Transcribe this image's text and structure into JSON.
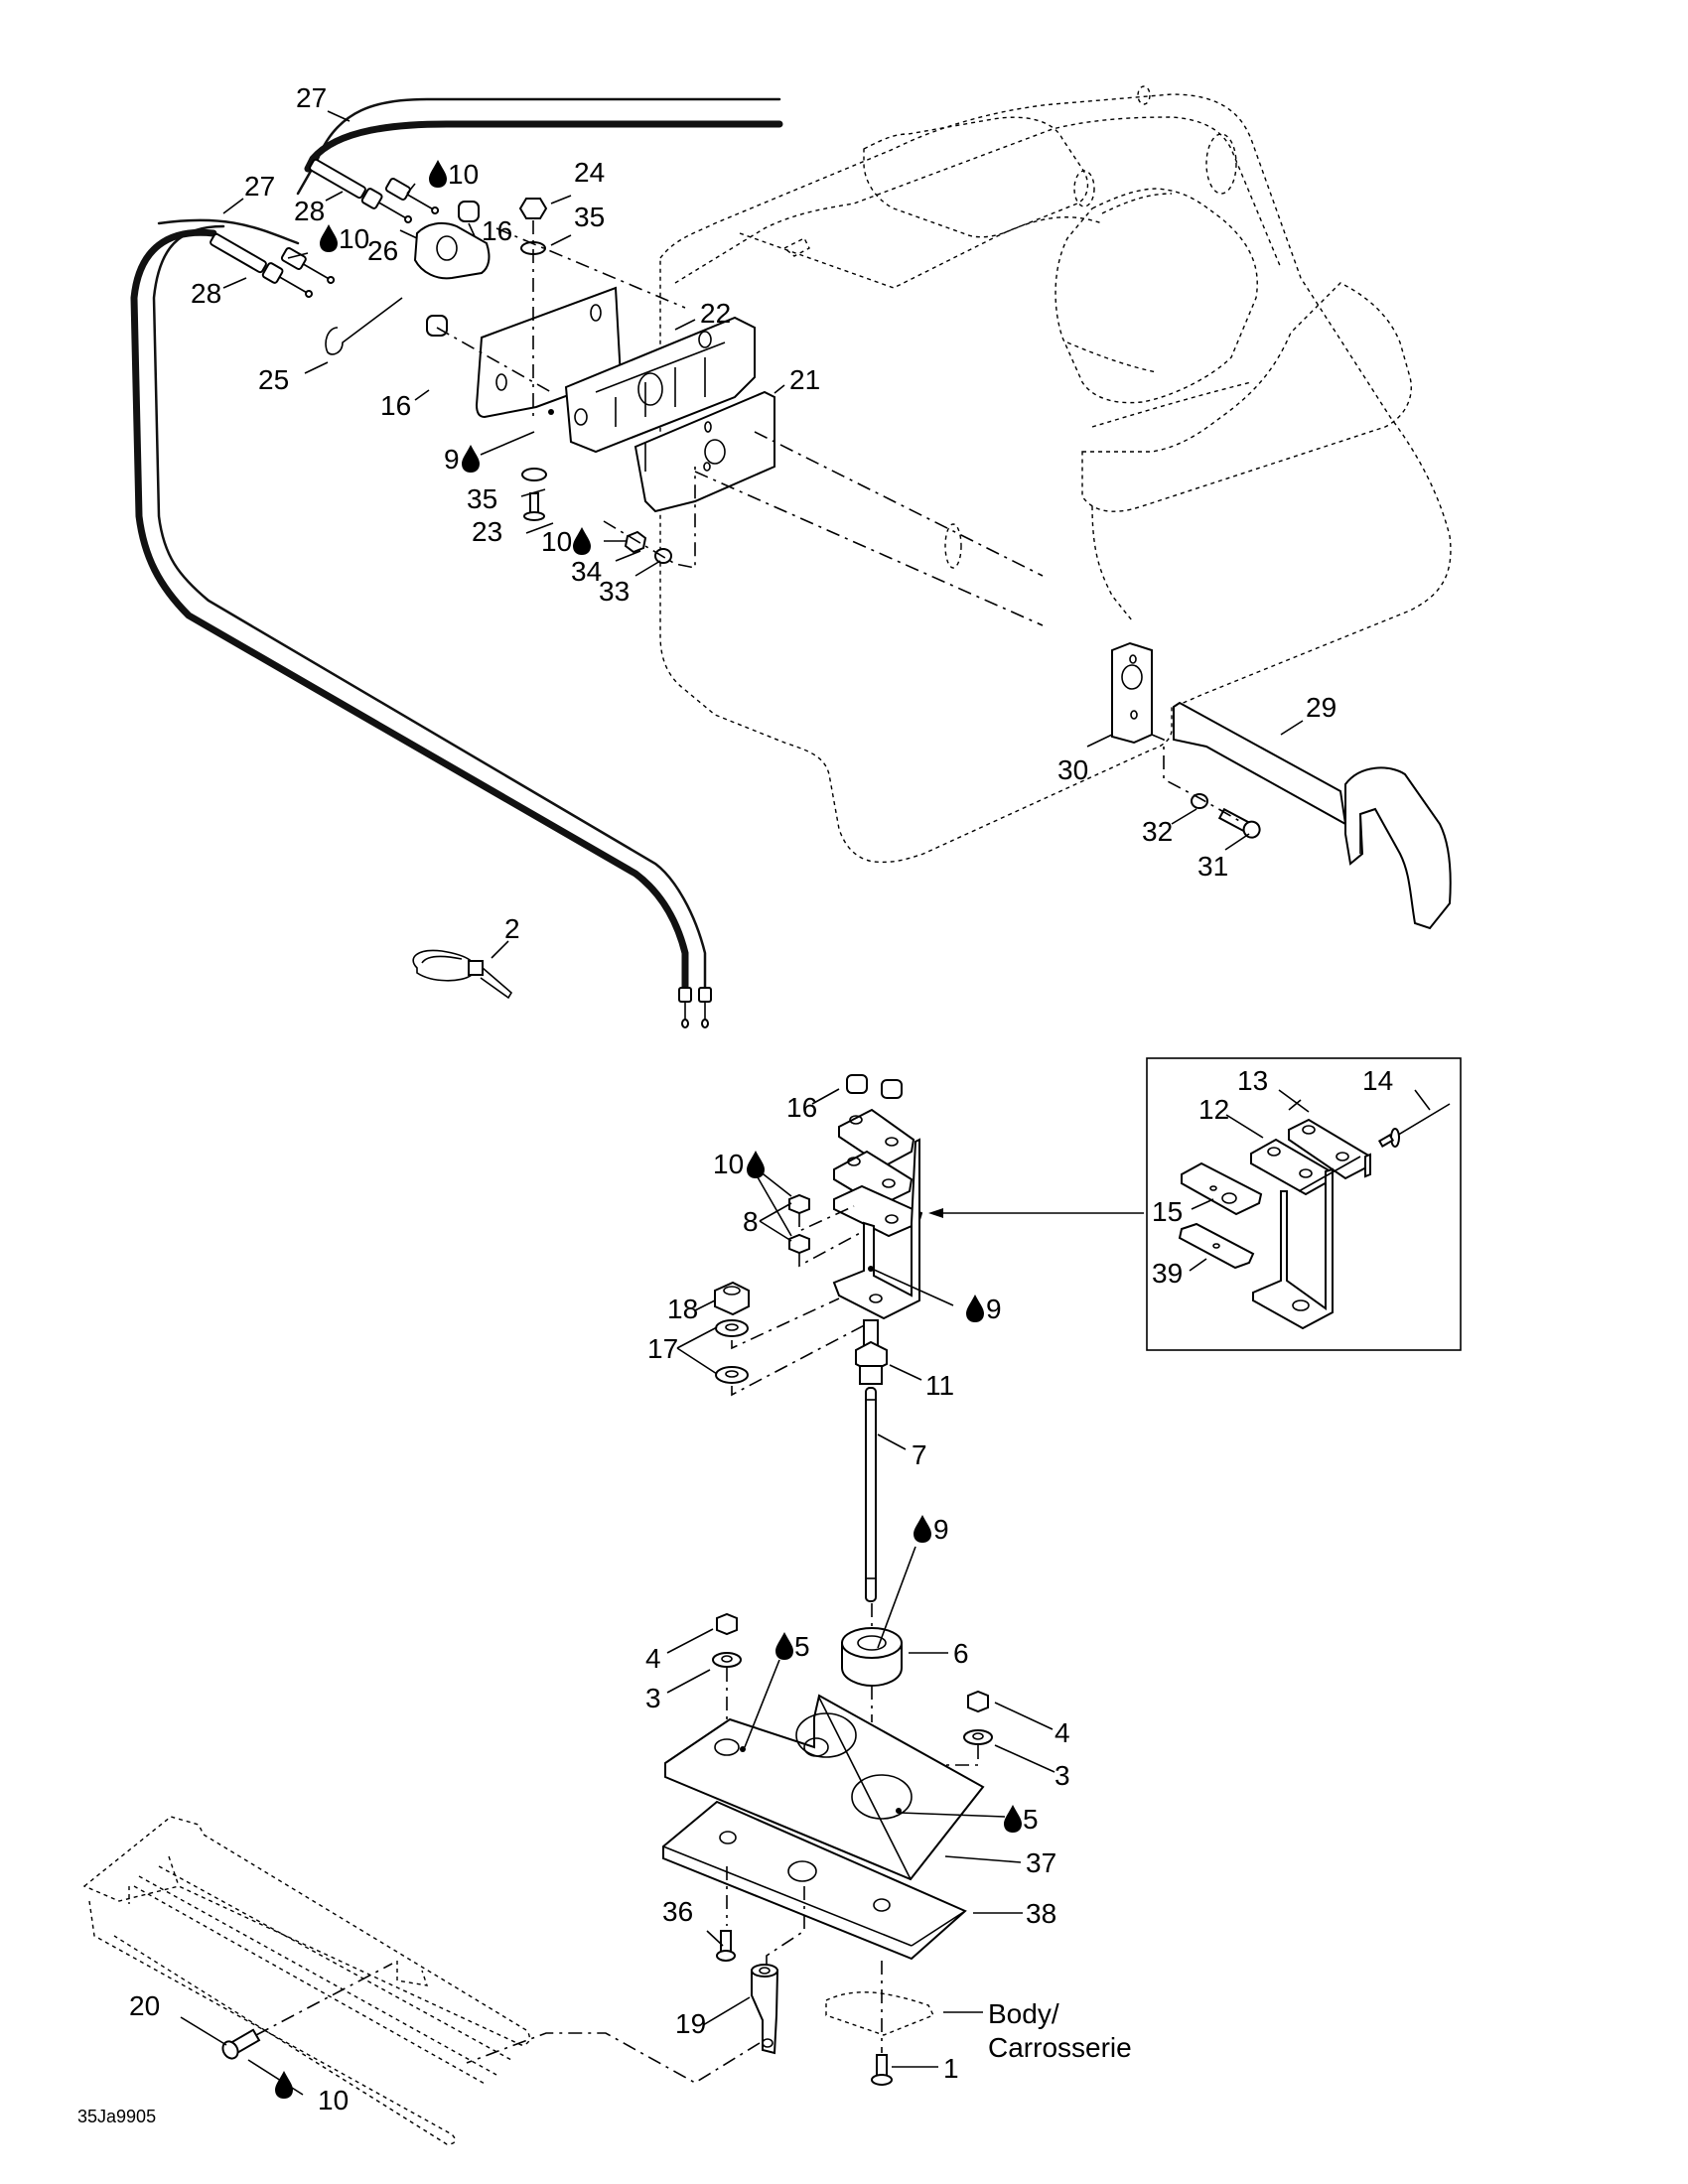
{
  "figure": {
    "reference_code": "35Ja9905",
    "body_label_line1": "Body/",
    "body_label_line2": "Carrosserie"
  },
  "callouts": [
    {
      "id": "c27a",
      "text": "27"
    },
    {
      "id": "c27b",
      "text": "27"
    },
    {
      "id": "c28a",
      "text": "28"
    },
    {
      "id": "c28b",
      "text": "28"
    },
    {
      "id": "c10a",
      "text": "10",
      "lubricant": true
    },
    {
      "id": "c10b",
      "text": "10",
      "lubricant": true
    },
    {
      "id": "c24",
      "text": "24"
    },
    {
      "id": "c35a",
      "text": "35"
    },
    {
      "id": "c16a",
      "text": "16"
    },
    {
      "id": "c26",
      "text": "26"
    },
    {
      "id": "c25",
      "text": "25"
    },
    {
      "id": "c16b",
      "text": "16"
    },
    {
      "id": "c22",
      "text": "22"
    },
    {
      "id": "c21",
      "text": "21"
    },
    {
      "id": "c9a",
      "text": "9",
      "lubricant": true
    },
    {
      "id": "c35b",
      "text": "35"
    },
    {
      "id": "c23",
      "text": "23"
    },
    {
      "id": "c10c",
      "text": "10",
      "lubricant": true
    },
    {
      "id": "c34",
      "text": "34"
    },
    {
      "id": "c33",
      "text": "33"
    },
    {
      "id": "c29",
      "text": "29"
    },
    {
      "id": "c30",
      "text": "30"
    },
    {
      "id": "c32",
      "text": "32"
    },
    {
      "id": "c31",
      "text": "31"
    },
    {
      "id": "c2",
      "text": "2"
    },
    {
      "id": "c16c",
      "text": "16"
    },
    {
      "id": "c10d",
      "text": "10",
      "lubricant": true
    },
    {
      "id": "c8",
      "text": "8"
    },
    {
      "id": "c9b",
      "text": "9",
      "lubricant": true
    },
    {
      "id": "c18",
      "text": "18"
    },
    {
      "id": "c17",
      "text": "17"
    },
    {
      "id": "c11",
      "text": "11"
    },
    {
      "id": "c13",
      "text": "13"
    },
    {
      "id": "c14",
      "text": "14"
    },
    {
      "id": "c12",
      "text": "12"
    },
    {
      "id": "c15",
      "text": "15"
    },
    {
      "id": "c39",
      "text": "39"
    },
    {
      "id": "c7",
      "text": "7"
    },
    {
      "id": "c9c",
      "text": "9",
      "lubricant": true
    },
    {
      "id": "c4a",
      "text": "4"
    },
    {
      "id": "c3a",
      "text": "3"
    },
    {
      "id": "c5a",
      "text": "5",
      "lubricant": true
    },
    {
      "id": "c6",
      "text": "6"
    },
    {
      "id": "c4b",
      "text": "4"
    },
    {
      "id": "c3b",
      "text": "3"
    },
    {
      "id": "c5b",
      "text": "5",
      "lubricant": true
    },
    {
      "id": "c37",
      "text": "37"
    },
    {
      "id": "c38",
      "text": "38"
    },
    {
      "id": "c36",
      "text": "36"
    },
    {
      "id": "c19",
      "text": "19"
    },
    {
      "id": "c1",
      "text": "1"
    },
    {
      "id": "c20",
      "text": "20"
    },
    {
      "id": "c10e",
      "text": "10",
      "lubricant": true
    }
  ],
  "parts": {
    "cables": "throttle/brake cables",
    "lubricant_icon": "drop-icon"
  }
}
